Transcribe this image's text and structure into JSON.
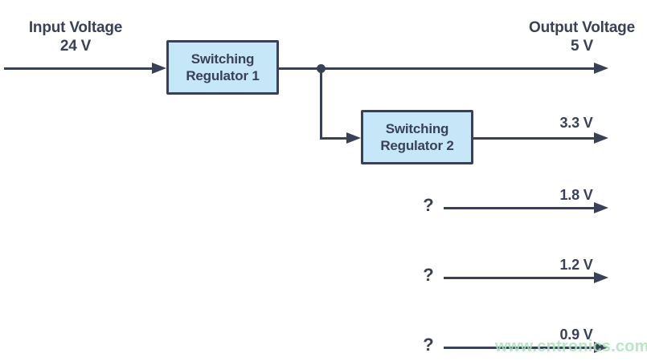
{
  "figure": {
    "input": {
      "label": "Input Voltage",
      "value": "24 V"
    },
    "output": {
      "label": "Output Voltage",
      "value": "5 V"
    },
    "regulator1": {
      "line1": "Switching",
      "line2": "Regulator 1"
    },
    "regulator2": {
      "line1": "Switching",
      "line2": "Regulator 2"
    },
    "regulator2_output_value": "3.3 V",
    "unknown_rails": [
      {
        "source_mark": "?",
        "value": "1.8 V"
      },
      {
        "source_mark": "?",
        "value": "1.2 V"
      },
      {
        "source_mark": "?",
        "value": "0.9 V"
      }
    ],
    "watermark": "www.cntronics.com",
    "colors": {
      "line": "#3a4157",
      "text": "#3a4157",
      "box_fill": "#c5e7f8",
      "box_border": "#3a4157",
      "watermark": "#a9e5b9",
      "background": "#ffffff"
    }
  }
}
